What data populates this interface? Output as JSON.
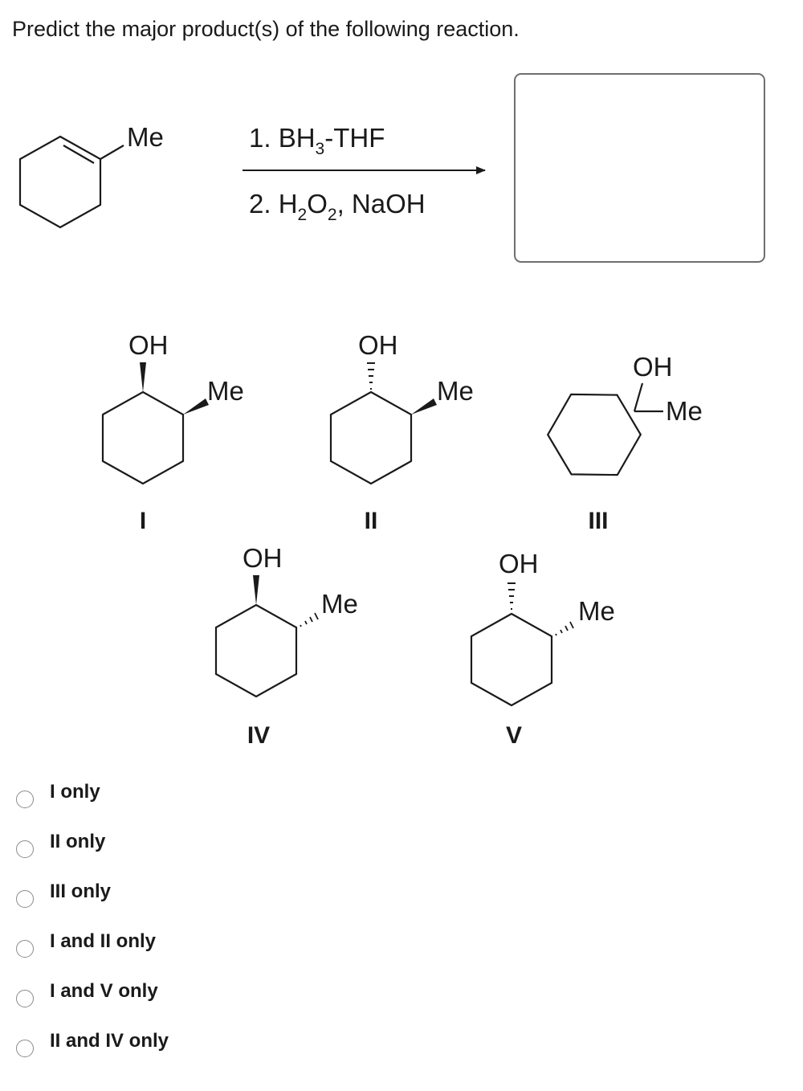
{
  "question": {
    "prompt": "Predict the major product(s) of the following reaction."
  },
  "reaction": {
    "reactant_label": "Me",
    "step1": {
      "num": "1. BH",
      "sub": "3",
      "rest": "-THF"
    },
    "step2": {
      "num": "2. H",
      "sub1": "2",
      "o": "O",
      "sub2": "2",
      "rest": ", NaOH"
    }
  },
  "structures": {
    "I": {
      "numeral": "I",
      "oh": "OH",
      "me": "Me"
    },
    "II": {
      "numeral": "II",
      "oh": "OH",
      "me": "Me"
    },
    "III": {
      "numeral": "III",
      "oh": "OH",
      "me": "Me"
    },
    "IV": {
      "numeral": "IV",
      "oh": "OH",
      "me": "Me"
    },
    "V": {
      "numeral": "V",
      "oh": "OH",
      "me": "Me"
    }
  },
  "options": [
    {
      "label": "I only"
    },
    {
      "label": "II only"
    },
    {
      "label": "III only"
    },
    {
      "label": "I and II only"
    },
    {
      "label": "I and V only"
    },
    {
      "label": "II and IV only"
    }
  ],
  "colors": {
    "ink": "#1a1a1a",
    "box_border": "#6e6e6e",
    "radio_border": "#8a8a8a"
  }
}
